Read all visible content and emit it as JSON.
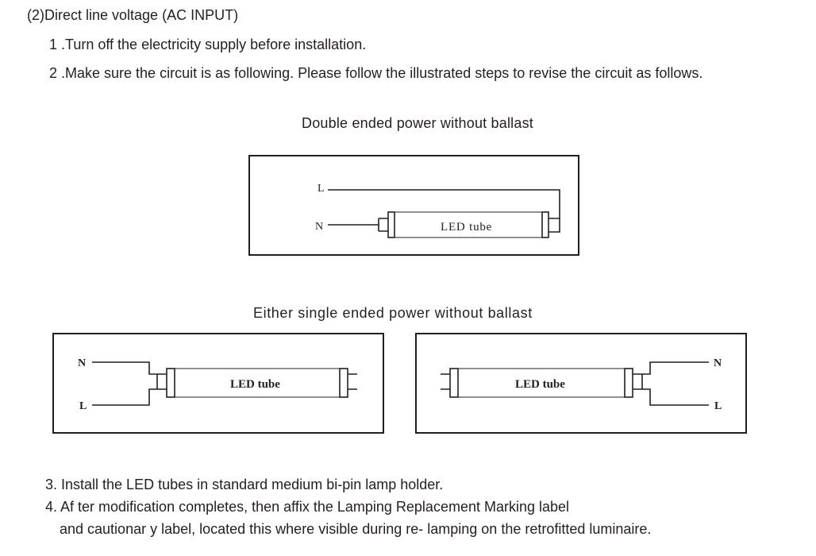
{
  "section": {
    "heading": "(2)Direct line voltage (AC INPUT)",
    "step1": "1 .Turn off the electricity supply before installation.",
    "step2": "2 .Make sure the circuit is as following.  Please follow the illustrated steps to revise the circuit as follows.",
    "step3": "3. Install the LED tubes in standard medium bi-pin lamp holder.",
    "step4_line1": "4. Af ter modification completes, then affix the Lamping Replacement Marking label",
    "step4_line2": "and cautionar y label, located this where visible during re- lamping on the retrofitted luminaire."
  },
  "diagram_double": {
    "caption": "Double ended power without ballast",
    "label_l": "L",
    "label_n": "N",
    "tube_label": "LED tube"
  },
  "diagram_single": {
    "caption": "Either single ended power without ballast",
    "left": {
      "label_n": "N",
      "label_l": "L",
      "tube_label": "LED tube"
    },
    "right": {
      "label_n": "N",
      "label_l": "L",
      "tube_label": "LED tube"
    }
  }
}
